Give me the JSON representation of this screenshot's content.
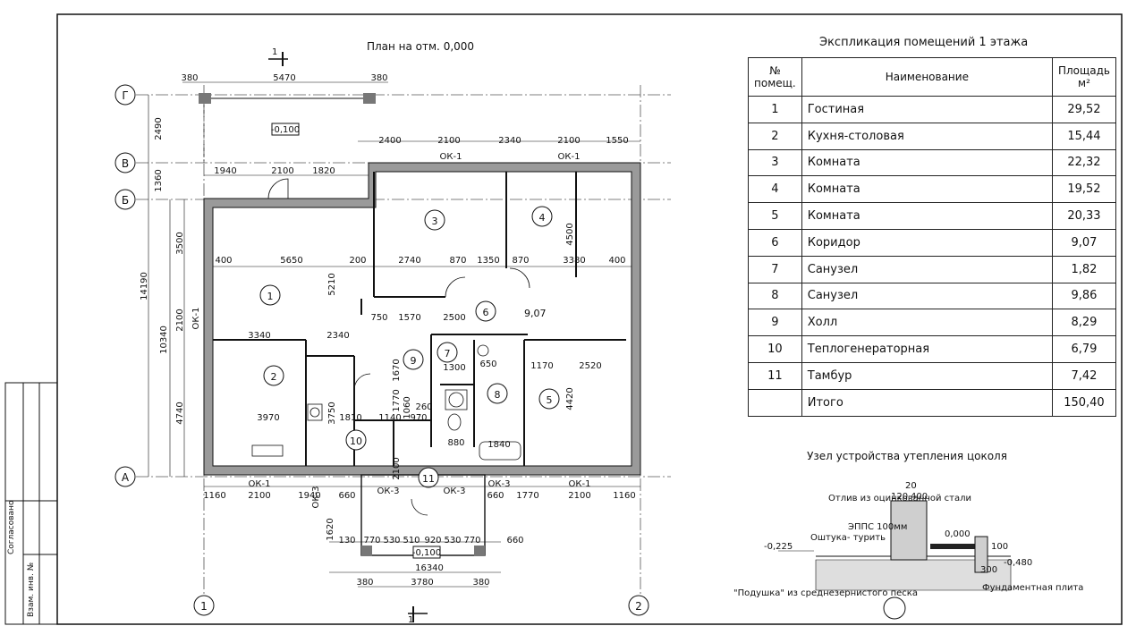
{
  "plan": {
    "title": "План на отм. 0,000",
    "section_mark": "1",
    "levels": {
      "terrace": "-0,100",
      "porch": "-0,100"
    },
    "axes": {
      "rows": [
        "Г",
        "В",
        "Б",
        "А"
      ],
      "cols": [
        "1",
        "2"
      ]
    },
    "rooms": [
      "1",
      "2",
      "3",
      "4",
      "5",
      "6",
      "7",
      "8",
      "9",
      "10",
      "11"
    ],
    "corridor_area": "9,07",
    "windows": [
      "ОК-1",
      "ОК-1",
      "ОК-1",
      "ОК-1",
      "ОК-1",
      "ОК-3",
      "ОК-3",
      "ОК-3",
      "ОК-3"
    ],
    "dims": {
      "top1": [
        "380",
        "5470",
        "380"
      ],
      "top2": [
        "2400",
        "2100",
        "2340",
        "2100",
        "1550"
      ],
      "top3": [
        "1940",
        "2100",
        "1820"
      ],
      "mid": [
        "400",
        "5650",
        "200",
        "2740",
        "870",
        "1350",
        "870",
        "3380",
        "400"
      ],
      "bottom1": [
        "1160",
        "2100",
        "1940",
        "660",
        "660",
        "1770",
        "2100",
        "1160"
      ],
      "bottom2": [
        "130",
        "770",
        "530",
        "510",
        "920",
        "530",
        "770",
        "660"
      ],
      "total": "16340",
      "porch": [
        "380",
        "3780",
        "380"
      ],
      "left_outer": "14190",
      "left_inner": "10340",
      "left_parts": [
        "2490",
        "1360",
        "3500",
        "2100",
        "4740"
      ],
      "inner": [
        "5210",
        "3340",
        "2340",
        "3970",
        "1810",
        "1140",
        "970",
        "2500",
        "1570",
        "750",
        "4500",
        "4420",
        "3750",
        "2520",
        "1170",
        "1670",
        "1770",
        "1060",
        "260",
        "880",
        "1840",
        "650",
        "1300",
        "2100",
        "1620"
      ]
    }
  },
  "explication": {
    "title": "Экспликация помещений 1 этажа",
    "headers": {
      "num": "№ помещ.",
      "name": "Наименование",
      "area": "Площадь м²"
    },
    "rows": [
      {
        "num": "1",
        "name": "Гостиная",
        "area": "29,52"
      },
      {
        "num": "2",
        "name": "Кухня-столовая",
        "area": "15,44"
      },
      {
        "num": "3",
        "name": "Комната",
        "area": "22,32"
      },
      {
        "num": "4",
        "name": "Комната",
        "area": "19,52"
      },
      {
        "num": "5",
        "name": "Комната",
        "area": "20,33"
      },
      {
        "num": "6",
        "name": "Коридор",
        "area": "9,07"
      },
      {
        "num": "7",
        "name": "Санузел",
        "area": "1,82"
      },
      {
        "num": "8",
        "name": "Санузел",
        "area": "9,86"
      },
      {
        "num": "9",
        "name": "Холл",
        "area": "8,29"
      },
      {
        "num": "10",
        "name": "Теплогенераторная",
        "area": "6,79"
      },
      {
        "num": "11",
        "name": "Тамбур",
        "area": "7,42"
      }
    ],
    "total": {
      "name": "Итого",
      "area": "150,40"
    }
  },
  "detail": {
    "title": "Узел устройства утепления цоколя",
    "labels": {
      "flashing": "Отлив из оцинкованной стали",
      "epps": "ЭППС 100мм",
      "plaster": "Оштука- турить",
      "cushion": "\"Подушка\" из среднезернистого песка",
      "slab": "Фундаментная плита"
    },
    "levels": [
      "0,000",
      "-0,225",
      "-0,480"
    ],
    "dims": [
      "20",
      "120",
      "400",
      "100",
      "300"
    ]
  },
  "side_stamp": [
    "Согласовано",
    "Взам. инв. №"
  ]
}
